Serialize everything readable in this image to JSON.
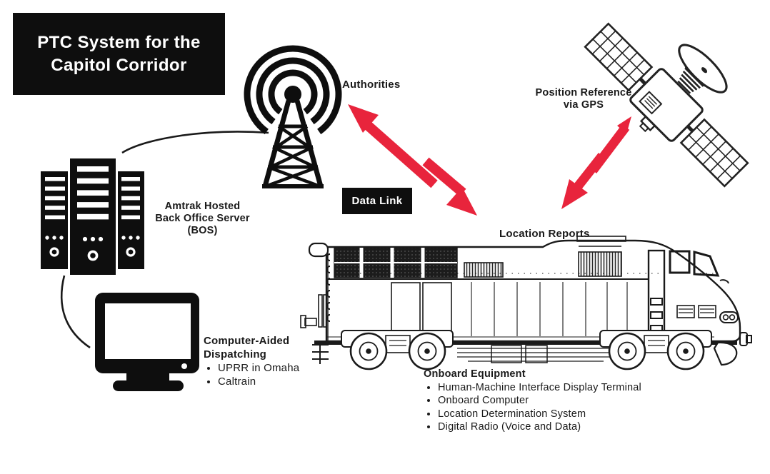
{
  "colors": {
    "accent_red": "#e8243c",
    "panel_black": "#0e0e0e",
    "ink": "#1a1a1a",
    "background": "#ffffff"
  },
  "title": {
    "line1": "PTC System for the",
    "line2": "Capitol Corridor"
  },
  "labels": {
    "authorities": "Authorities",
    "gps_line1": "Position Reference",
    "gps_line2": "via GPS",
    "bos_line1": "Amtrak Hosted",
    "bos_line2": "Back Office Server",
    "bos_line3": "(BOS)",
    "data_link": "Data Link",
    "location_reports": "Location Reports"
  },
  "cad": {
    "title_line1": "Computer-Aided",
    "title_line2": "Dispatching",
    "items": [
      "UPRR in Omaha",
      "Caltrain"
    ]
  },
  "onboard": {
    "title": "Onboard Equipment",
    "items": [
      "Human-Machine Interface Display Terminal",
      "Onboard Computer",
      "Location Determination System",
      "Digital Radio (Voice and Data)"
    ]
  },
  "icons": {
    "tower": "radio-broadcast-tower",
    "satellite": "gps-satellite",
    "servers": "back-office-server-racks",
    "monitor": "dispatching-computer",
    "train": "capitol-corridor-locomotive",
    "bolt_tower_train": "red-data-link-arrow-two-way",
    "bolt_satellite_train": "red-gps-signal-arrow"
  }
}
